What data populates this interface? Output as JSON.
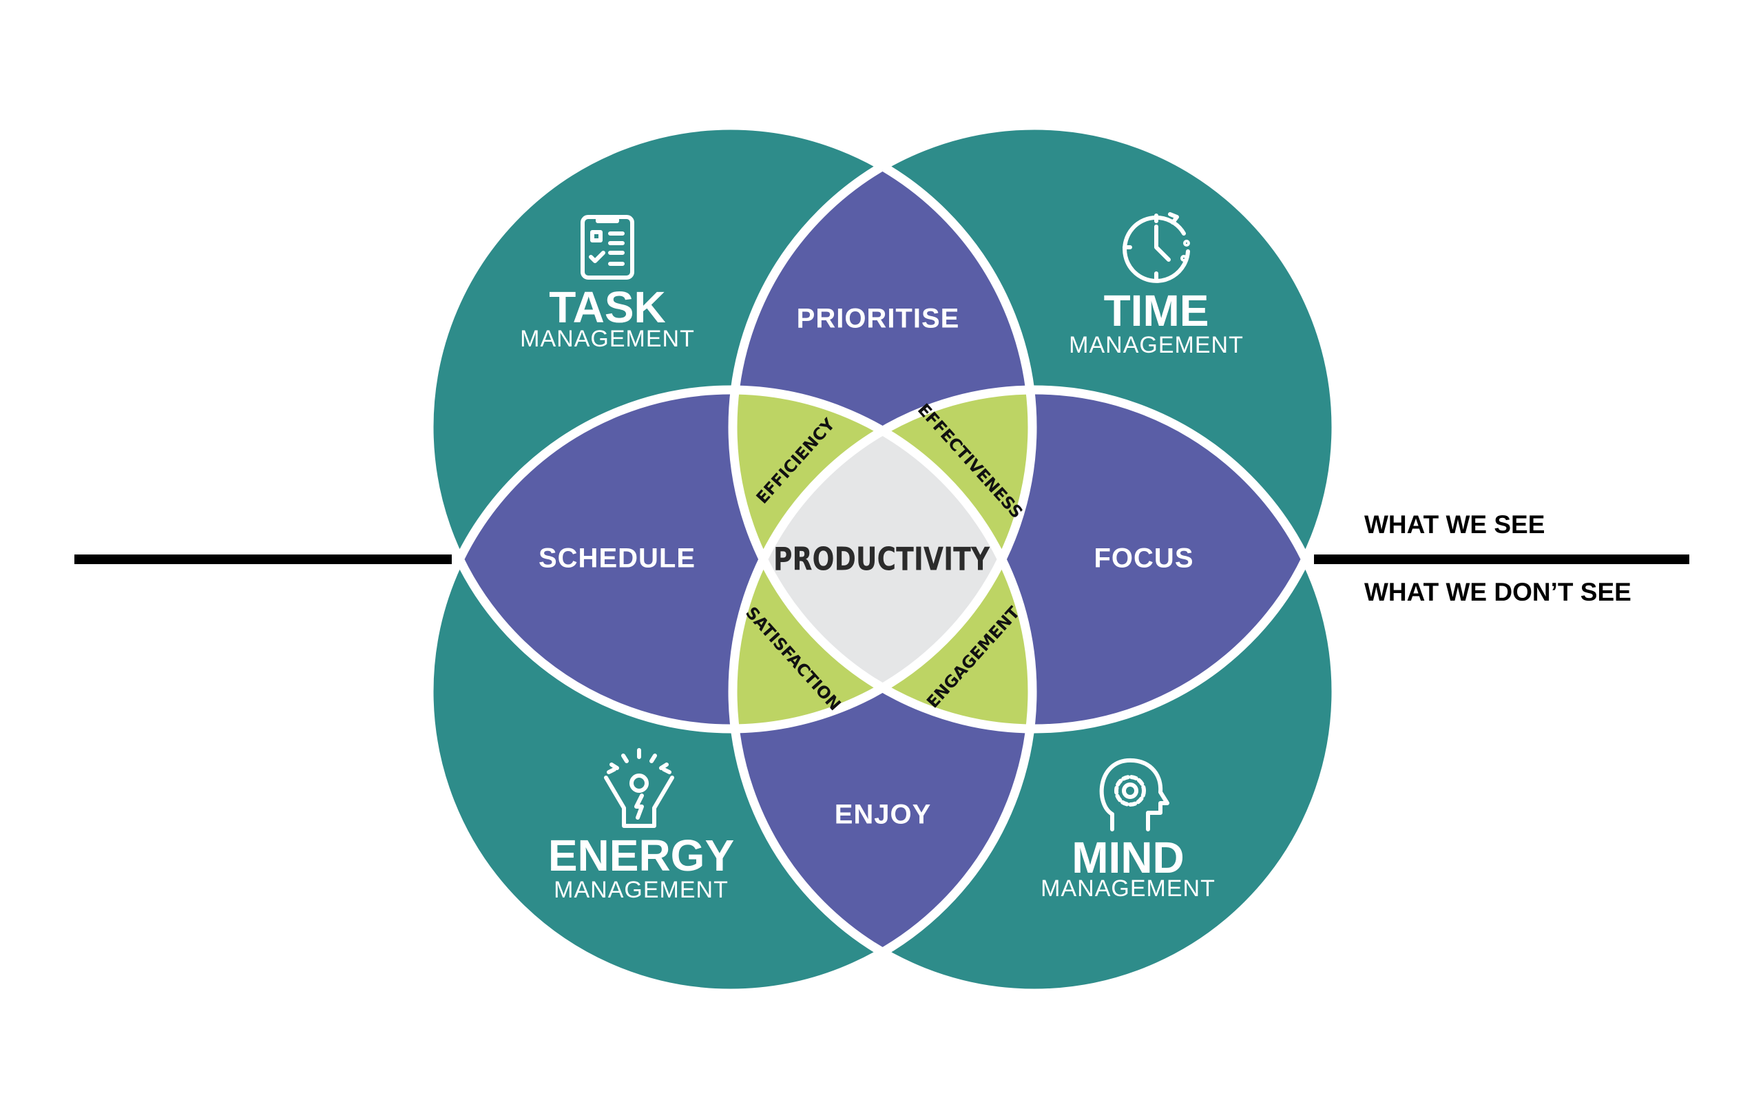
{
  "colors": {
    "teal": "#2E8C8A",
    "purple": "#5A5EA6",
    "green": "#BDD464",
    "center": "#E5E6E7",
    "divider": "#000000"
  },
  "quadrants": {
    "task": {
      "title": "TASK",
      "subtitle": "MANAGEMENT",
      "icon": "clipboard-checklist-icon"
    },
    "time": {
      "title": "TIME",
      "subtitle": "MANAGEMENT",
      "icon": "clock-icon"
    },
    "energy": {
      "title": "ENERGY",
      "subtitle": "MANAGEMENT",
      "icon": "energized-person-icon"
    },
    "mind": {
      "title": "MIND",
      "subtitle": "MANAGEMENT",
      "icon": "head-gear-icon"
    }
  },
  "overlaps": {
    "prioritise": "PRIORITISE",
    "schedule": "SCHEDULE",
    "focus": "FOCUS",
    "enjoy": "ENJOY"
  },
  "outcomes": {
    "efficiency": "EFFICIENCY",
    "effectiveness": "EFFECTIVENESS",
    "satisfaction": "SATISFACTION",
    "engagement": "ENGAGEMENT"
  },
  "center": "PRODUCTIVITY",
  "divider": {
    "above": "WHAT WE SEE",
    "below": "WHAT WE DON’T SEE"
  }
}
